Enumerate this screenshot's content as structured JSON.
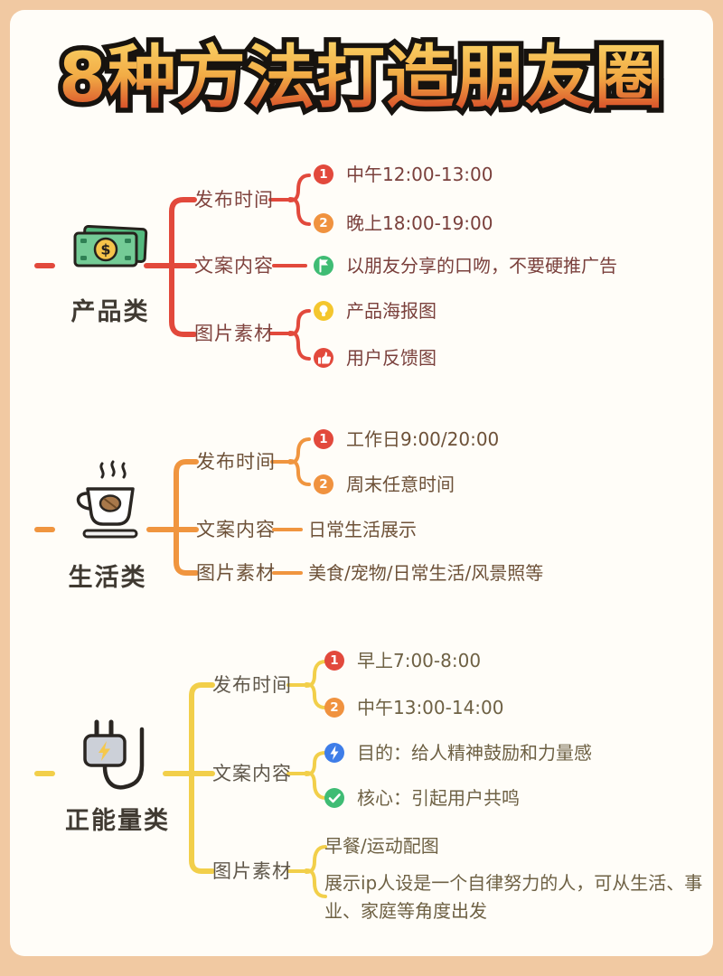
{
  "title": "8种方法打造朋友圈",
  "colors": {
    "frame": "#f1c9a2",
    "panel": "#fffdf8",
    "section_product_line": "#e2493c",
    "section_life_line": "#f0953f",
    "section_energy_line": "#f2cf4a",
    "badge_red": "#e2493c",
    "badge_orange": "#f0923f",
    "badge_green": "#3fbc74",
    "badge_yellow": "#f4c62e",
    "badge_blue": "#3e7de8",
    "title_gradient_top": "#f9ce62",
    "title_gradient_bottom": "#d8502a",
    "title_outline": "#17130f"
  },
  "sections": [
    {
      "label": "产品类",
      "icon": "money-icon",
      "line_color": "#e2493c",
      "branches": [
        {
          "label": "发布时间",
          "items": [
            {
              "badge": "1",
              "badge_icon": "number-1-badge",
              "badge_color": "#e2493c",
              "text": "中午12:00-13:00"
            },
            {
              "badge": "2",
              "badge_icon": "number-2-badge",
              "badge_color": "#f0923f",
              "text": "晚上18:00-19:00"
            }
          ]
        },
        {
          "label": "文案内容",
          "items": [
            {
              "badge_icon": "flag-badge",
              "badge_color": "#3fbc74",
              "text": "以朋友分享的口吻，不要硬推广告"
            }
          ]
        },
        {
          "label": "图片素材",
          "items": [
            {
              "badge_icon": "bulb-badge",
              "badge_color": "#f4c62e",
              "text": "产品海报图"
            },
            {
              "badge_icon": "thumbs-up-badge",
              "badge_color": "#e2493c",
              "text": "用户反馈图"
            }
          ]
        }
      ]
    },
    {
      "label": "生活类",
      "icon": "coffee-icon",
      "line_color": "#f0953f",
      "branches": [
        {
          "label": "发布时间",
          "items": [
            {
              "badge": "1",
              "badge_icon": "number-1-badge",
              "badge_color": "#e2493c",
              "text": "工作日9:00/20:00"
            },
            {
              "badge": "2",
              "badge_icon": "number-2-badge",
              "badge_color": "#f0923f",
              "text": "周末任意时间"
            }
          ]
        },
        {
          "label": "文案内容",
          "items": [
            {
              "text": "日常生活展示"
            }
          ]
        },
        {
          "label": "图片素材",
          "items": [
            {
              "text": "美食/宠物/日常生活/风景照等"
            }
          ]
        }
      ]
    },
    {
      "label": "正能量类",
      "icon": "plug-icon",
      "line_color": "#f2cf4a",
      "branches": [
        {
          "label": "发布时间",
          "items": [
            {
              "badge": "1",
              "badge_icon": "number-1-badge",
              "badge_color": "#e2493c",
              "text": "早上7:00-8:00"
            },
            {
              "badge": "2",
              "badge_icon": "number-2-badge",
              "badge_color": "#f0923f",
              "text": "中午13:00-14:00"
            }
          ]
        },
        {
          "label": "文案内容",
          "items": [
            {
              "badge_icon": "lightning-badge",
              "badge_color": "#3e7de8",
              "text": "目的：给人精神鼓励和力量感"
            },
            {
              "badge_icon": "check-badge",
              "badge_color": "#3fbc74",
              "text": "核心：引起用户共鸣"
            }
          ]
        },
        {
          "label": "图片素材",
          "items": [
            {
              "text": "早餐/运动配图"
            },
            {
              "text": "展示ip人设是一个自律努力的人，可从生活、事业、家庭等角度出发"
            }
          ]
        }
      ]
    }
  ]
}
